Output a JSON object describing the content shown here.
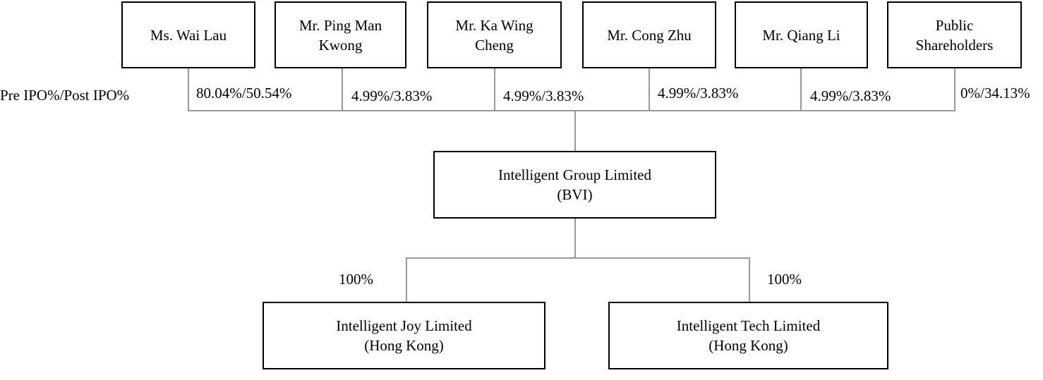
{
  "shareholders": [
    {
      "name_line1": "Ms. Wai Lau",
      "name_line2": "",
      "stake": "80.04%/50.54%"
    },
    {
      "name_line1": "Mr. Ping Man",
      "name_line2": "Kwong",
      "stake": "4.99%/3.83%"
    },
    {
      "name_line1": "Mr. Ka Wing",
      "name_line2": "Cheng",
      "stake": "4.99%/3.83%"
    },
    {
      "name_line1": "Mr. Cong Zhu",
      "name_line2": "",
      "stake": "4.99%/3.83%"
    },
    {
      "name_line1": "Mr. Qiang Li",
      "name_line2": "",
      "stake": "4.99%/3.83%"
    },
    {
      "name_line1": "Public",
      "name_line2": "Shareholders",
      "stake": "0%/34.13%"
    }
  ],
  "row_label": "Pre IPO%/Post IPO%",
  "parent": {
    "line1": "Intelligent Group Limited",
    "line2": "(BVI)"
  },
  "subsidiaries": [
    {
      "line1": "Intelligent Joy Limited",
      "line2": "(Hong Kong)",
      "stake": "100%"
    },
    {
      "line1": "Intelligent Tech Limited",
      "line2": "(Hong Kong)",
      "stake": "100%"
    }
  ]
}
